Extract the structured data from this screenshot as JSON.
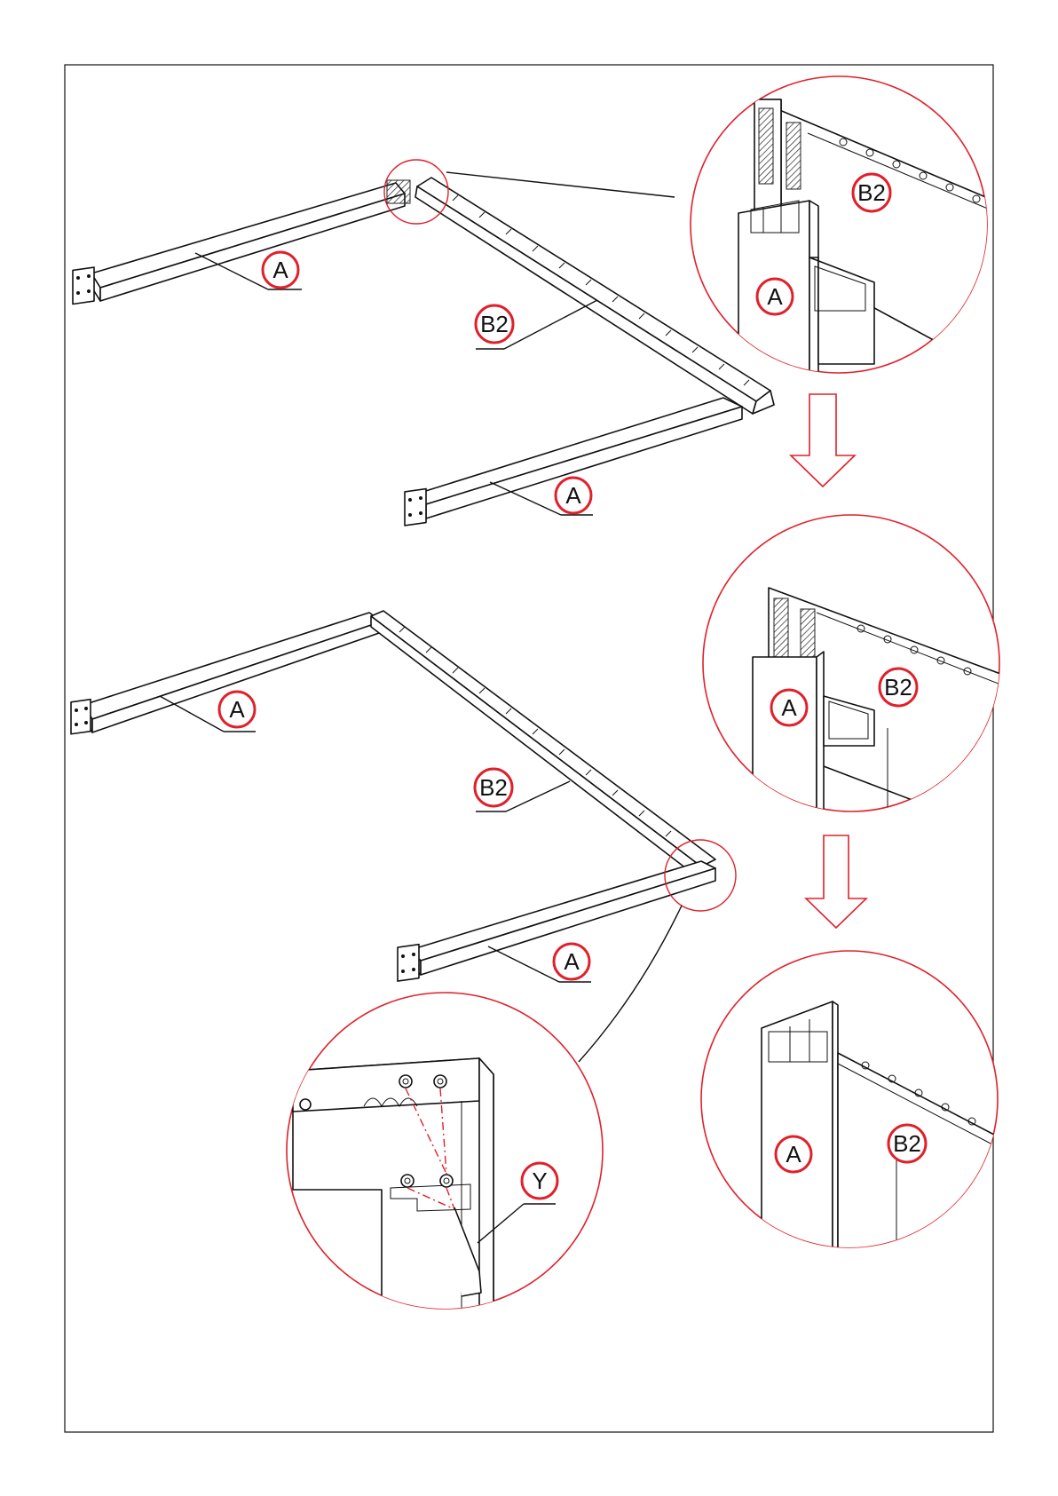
{
  "colors": {
    "accent": "#e0202a",
    "line": "#111111"
  },
  "labels": {
    "part_a": "A",
    "part_b2": "B2",
    "tool_y": "Y"
  }
}
